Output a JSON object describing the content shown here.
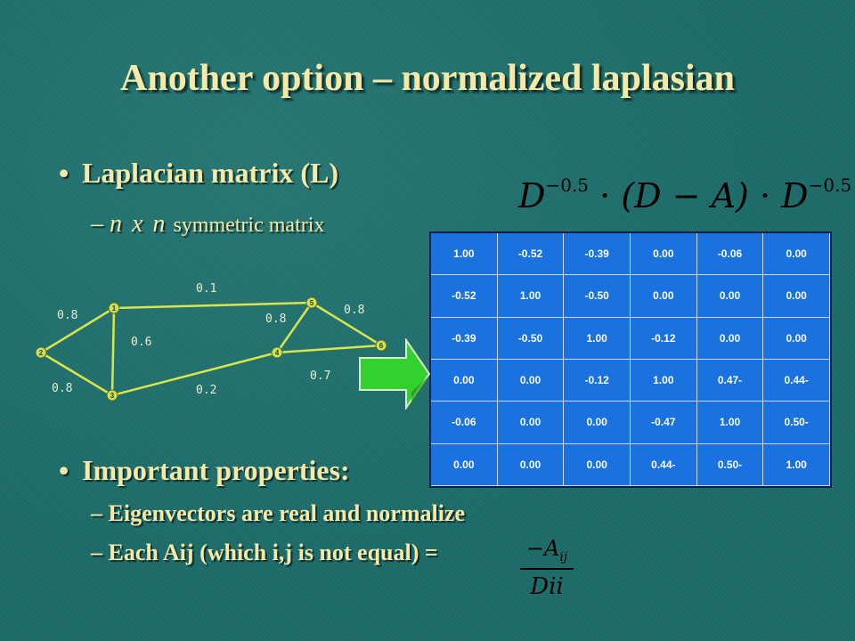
{
  "title": "Another option – normalized laplasian",
  "bullet1": {
    "marker": "•",
    "text": "Laplacian matrix (L)",
    "sub_dash": "–",
    "sub_ital": "n x n",
    "sub_rest": "symmetric matrix"
  },
  "formula": {
    "D1": "D",
    "exp1": "−0.5",
    "dot1": "·",
    "mid": "(D − A)",
    "dot2": "·",
    "D2": "D",
    "exp2": "−0.5"
  },
  "matrix": [
    [
      "1.00",
      "-0.52",
      "-0.39",
      "0.00",
      "-0.06",
      "0.00"
    ],
    [
      "-0.52",
      "1.00",
      "-0.50",
      "0.00",
      "0.00",
      "0.00"
    ],
    [
      "-0.39",
      "-0.50",
      "1.00",
      "-0.12",
      "0.00",
      "0.00"
    ],
    [
      "0.00",
      "0.00",
      "-0.12",
      "1.00",
      "0.47-",
      "0.44-"
    ],
    [
      "-0.06",
      "0.00",
      "0.00",
      "-0.47",
      "1.00",
      "0.50-"
    ],
    [
      "0.00",
      "0.00",
      "0.00",
      "0.44-",
      "0.50-",
      "1.00"
    ]
  ],
  "graph": {
    "nodes": [
      "1",
      "2",
      "3",
      "4",
      "5",
      "6"
    ],
    "edge_labels": {
      "e12": "0.8",
      "e13": "0.6",
      "e15": "0.1",
      "e23": "0.8",
      "e34": "0.2",
      "e45": "0.8",
      "e46": "0.7",
      "e56": "0.8"
    }
  },
  "bullet2": {
    "marker": "•",
    "text": "Important properties:",
    "sub_dash": "–",
    "sub1": "Eigenvectors are real and normalize",
    "sub2": "Each Aij (which i,j is not equal) ="
  },
  "fraction": {
    "num_sign": "−",
    "num_var": "A",
    "num_sub": "ij",
    "den": "Dii"
  },
  "colors": {
    "background": "#1d6c6a",
    "title_text": "#f6e8a6",
    "matrix_fill": "#1a72e0",
    "node_fill": "#cde05a",
    "arrow_fill": "#33d12e"
  }
}
